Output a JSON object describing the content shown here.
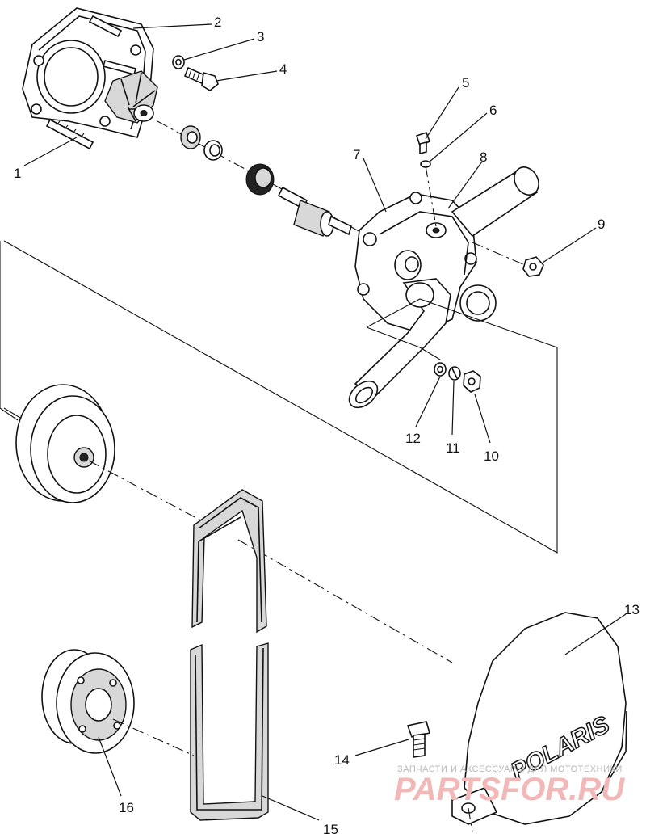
{
  "callouts": [
    {
      "id": "1",
      "label": "1"
    },
    {
      "id": "2",
      "label": "2"
    },
    {
      "id": "3",
      "label": "3"
    },
    {
      "id": "4",
      "label": "4"
    },
    {
      "id": "5",
      "label": "5"
    },
    {
      "id": "6",
      "label": "6"
    },
    {
      "id": "7",
      "label": "7"
    },
    {
      "id": "8",
      "label": "8"
    },
    {
      "id": "9",
      "label": "9"
    },
    {
      "id": "10",
      "label": "10"
    },
    {
      "id": "11",
      "label": "11"
    },
    {
      "id": "12",
      "label": "12"
    },
    {
      "id": "13",
      "label": "13"
    },
    {
      "id": "14",
      "label": "14"
    },
    {
      "id": "15",
      "label": "15"
    },
    {
      "id": "16",
      "label": "16"
    }
  ],
  "cover_logo": "POLARIS",
  "watermark": {
    "subtitle": "ЗАПЧАСТИ И АКСЕССУАРЫ ДЛЯ МОТОТЕХНИКИ",
    "site": "PARTSFOR.RU"
  },
  "colors": {
    "line": "#111111",
    "watermark_red": "#f2b8b8",
    "watermark_gray": "#b9b9b9"
  }
}
